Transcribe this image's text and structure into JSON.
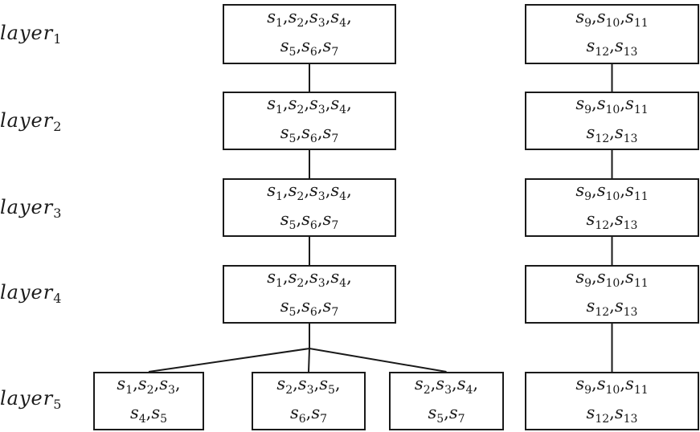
{
  "layers": [
    {
      "label": "layer",
      "index": "1"
    },
    {
      "label": "layer",
      "index": "2"
    },
    {
      "label": "layer",
      "index": "3"
    },
    {
      "label": "layer",
      "index": "4"
    },
    {
      "label": "layer",
      "index": "5"
    }
  ],
  "nodes": [
    {
      "id": "l1a",
      "layer": 1,
      "lines": [
        [
          "1",
          "2",
          "3",
          "4"
        ],
        [
          "5",
          "6",
          "7"
        ]
      ],
      "trailing": [
        true,
        false
      ]
    },
    {
      "id": "l1b",
      "layer": 1,
      "lines": [
        [
          "9",
          "10",
          "11"
        ],
        [
          "12",
          "13"
        ]
      ],
      "trailing": [
        false,
        false
      ]
    },
    {
      "id": "l2a",
      "layer": 2,
      "lines": [
        [
          "1",
          "2",
          "3",
          "4"
        ],
        [
          "5",
          "6",
          "7"
        ]
      ],
      "trailing": [
        true,
        false
      ]
    },
    {
      "id": "l2b",
      "layer": 2,
      "lines": [
        [
          "9",
          "10",
          "11"
        ],
        [
          "12",
          "13"
        ]
      ],
      "trailing": [
        false,
        false
      ]
    },
    {
      "id": "l3a",
      "layer": 3,
      "lines": [
        [
          "1",
          "2",
          "3",
          "4"
        ],
        [
          "5",
          "6",
          "7"
        ]
      ],
      "trailing": [
        true,
        false
      ]
    },
    {
      "id": "l3b",
      "layer": 3,
      "lines": [
        [
          "9",
          "10",
          "11"
        ],
        [
          "12",
          "13"
        ]
      ],
      "trailing": [
        false,
        false
      ]
    },
    {
      "id": "l4a",
      "layer": 4,
      "lines": [
        [
          "1",
          "2",
          "3",
          "4"
        ],
        [
          "5",
          "6",
          "7"
        ]
      ],
      "trailing": [
        true,
        false
      ]
    },
    {
      "id": "l4b",
      "layer": 4,
      "lines": [
        [
          "9",
          "10",
          "11"
        ],
        [
          "12",
          "13"
        ]
      ],
      "trailing": [
        false,
        false
      ]
    },
    {
      "id": "l5a",
      "layer": 5,
      "lines": [
        [
          "1",
          "2",
          "3"
        ],
        [
          "4",
          "5"
        ]
      ],
      "trailing": [
        true,
        false
      ]
    },
    {
      "id": "l5b",
      "layer": 5,
      "lines": [
        [
          "2",
          "3",
          "5"
        ],
        [
          "6",
          "7"
        ]
      ],
      "trailing": [
        true,
        false
      ]
    },
    {
      "id": "l5c",
      "layer": 5,
      "lines": [
        [
          "2",
          "3",
          "4"
        ],
        [
          "5",
          "7"
        ]
      ],
      "trailing": [
        true,
        false
      ]
    },
    {
      "id": "l5d",
      "layer": 5,
      "lines": [
        [
          "9",
          "10",
          "11"
        ],
        [
          "12",
          "13"
        ]
      ],
      "trailing": [
        false,
        false
      ]
    }
  ],
  "edges": [
    [
      "l1a",
      "l2a"
    ],
    [
      "l2a",
      "l3a"
    ],
    [
      "l3a",
      "l4a"
    ],
    [
      "l4a",
      "l5a"
    ],
    [
      "l4a",
      "l5b"
    ],
    [
      "l4a",
      "l5c"
    ],
    [
      "l1b",
      "l2b"
    ],
    [
      "l2b",
      "l3b"
    ],
    [
      "l3b",
      "l4b"
    ],
    [
      "l4b",
      "l5d"
    ]
  ]
}
